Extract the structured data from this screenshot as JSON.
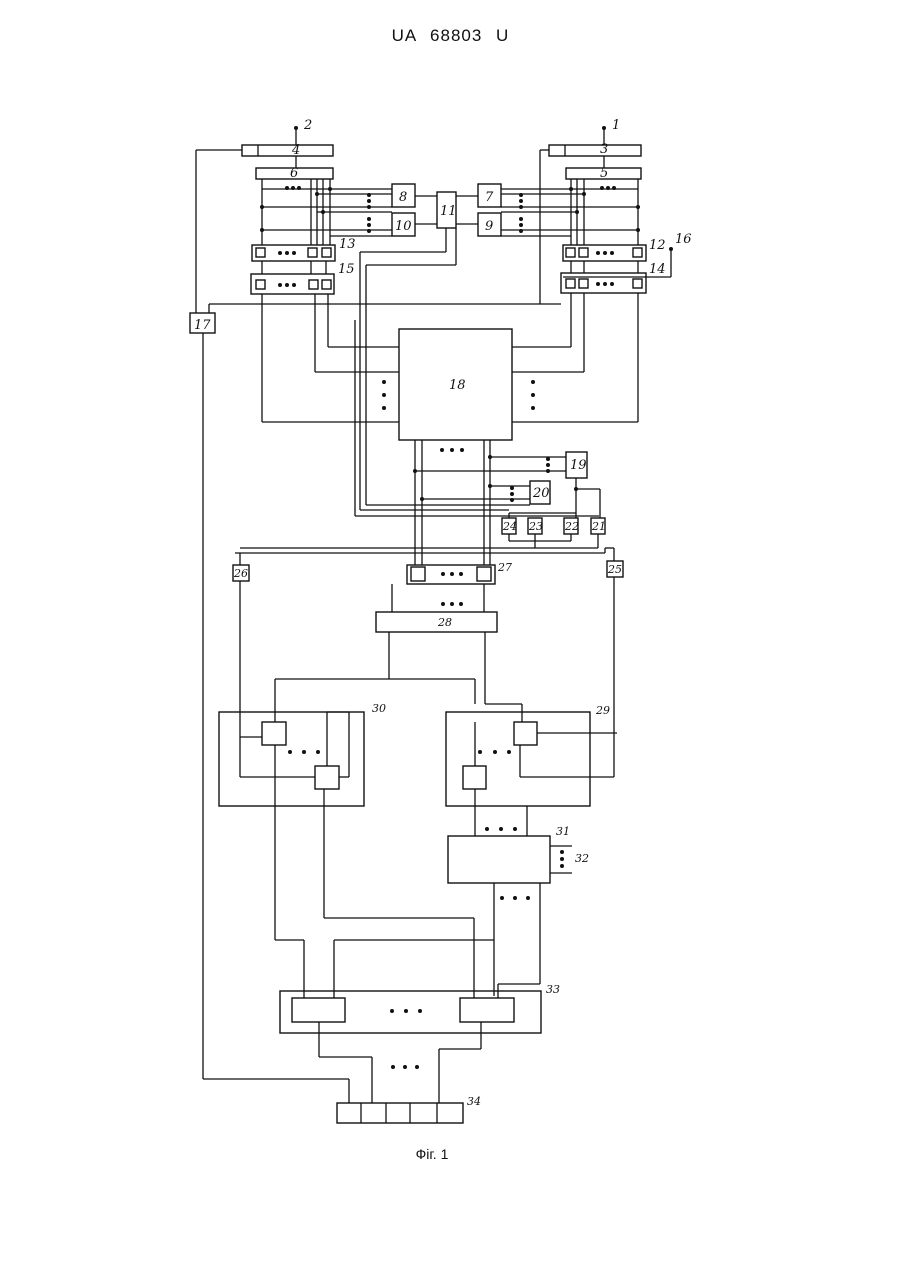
{
  "header": {
    "doc_id": "UA  68803  U"
  },
  "caption": "Фіг. 1",
  "labels": {
    "n1": "1",
    "n2": "2",
    "n3": "3",
    "n4": "4",
    "n5": "5",
    "n6": "6",
    "n7": "7",
    "n8": "8",
    "n9": "9",
    "n10": "10",
    "n11": "11",
    "n12": "12",
    "n13": "13",
    "n14": "14",
    "n15": "15",
    "n16": "16",
    "n17": "17",
    "n18": "18",
    "n19": "19",
    "n20": "20",
    "n21": "21",
    "n22": "22",
    "n23": "23",
    "n24": "24",
    "n25": "25",
    "n26": "26",
    "n27": "27",
    "n28": "28",
    "n29": "29",
    "n30": "30",
    "n31": "31",
    "n32": "32",
    "n33": "33",
    "n34": "34"
  }
}
